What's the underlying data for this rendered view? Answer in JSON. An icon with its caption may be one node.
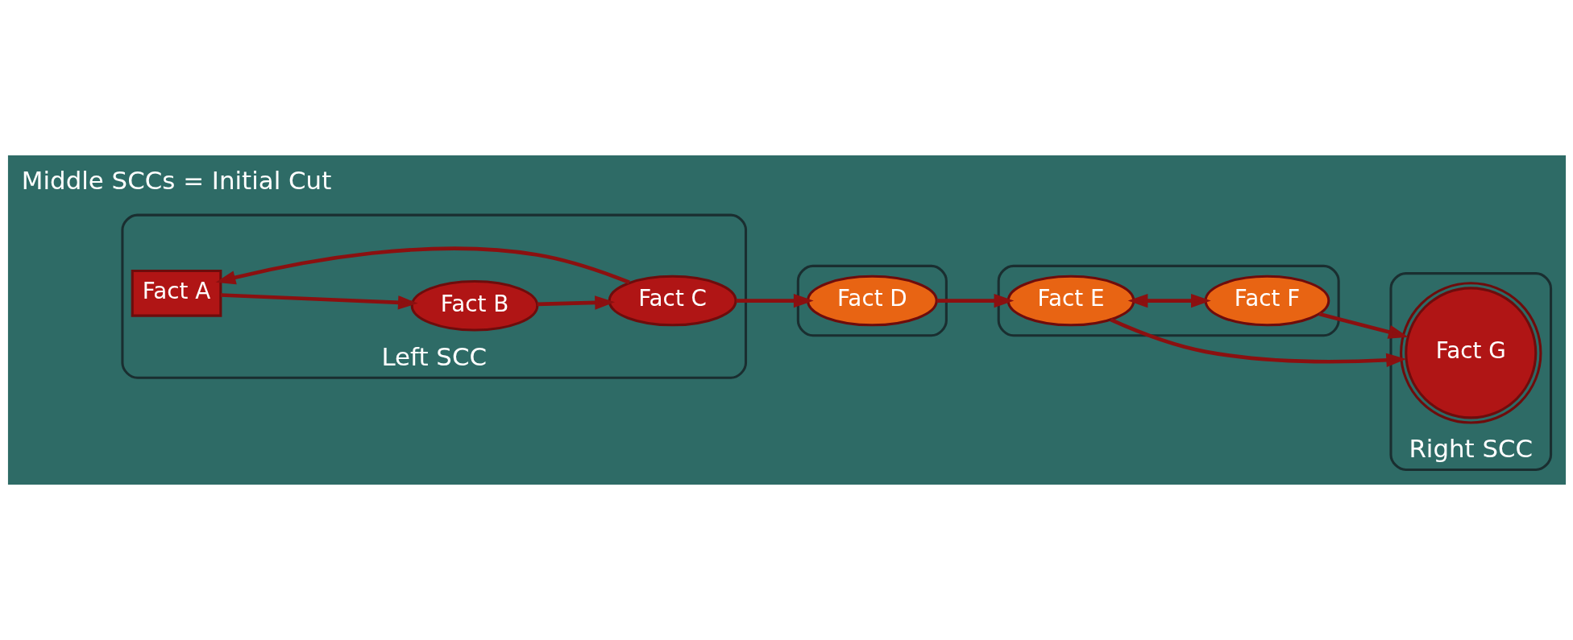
{
  "diagram": {
    "nodes": [
      {
        "text": [
          "Left SCC"
        ]
      },
      {
        "text": [
          "Fact A"
        ],
        "in": 0
      },
      {
        "text": [
          "Fact C"
        ],
        "in": 0
      },
      {
        "text": [
          "Fact B"
        ],
        "in": 0
      },
      {
        "text": [],
        "shape": "ellipse"
      },
      {
        "text": [
          "Fact D"
        ],
        "in": 4
      },
      {
        "text": [],
        "shape": "ellipse"
      },
      {
        "text": [
          "Fact E"
        ],
        "in": 6
      },
      {
        "text": [
          "Fact F"
        ],
        "in": 6
      },
      {
        "text": [
          "Right SCC"
        ]
      },
      {
        "text": [
          "Fact G"
        ],
        "in": 9
      }
    ],
    "edges": [
      {
        "from": 2,
        "to": 1,
        "arrow": "to"
      },
      {
        "from": 1,
        "to": 3,
        "arrow": "to"
      },
      {
        "from": 3,
        "to": 2,
        "arrow": "to"
      },
      {
        "from": 2,
        "to": 5,
        "arrow": "to"
      },
      {
        "from": 5,
        "to": 7,
        "arrow": "to"
      },
      {
        "from": 7,
        "to": 10,
        "arrow": "to"
      },
      {
        "from": 7,
        "to": 8,
        "arrow": "both"
      },
      {
        "from": 8,
        "to": 10,
        "arrow": "to"
      }
    ],
    "labels": [
      "Middle SCCs = Initial Cut"
    ]
  }
}
